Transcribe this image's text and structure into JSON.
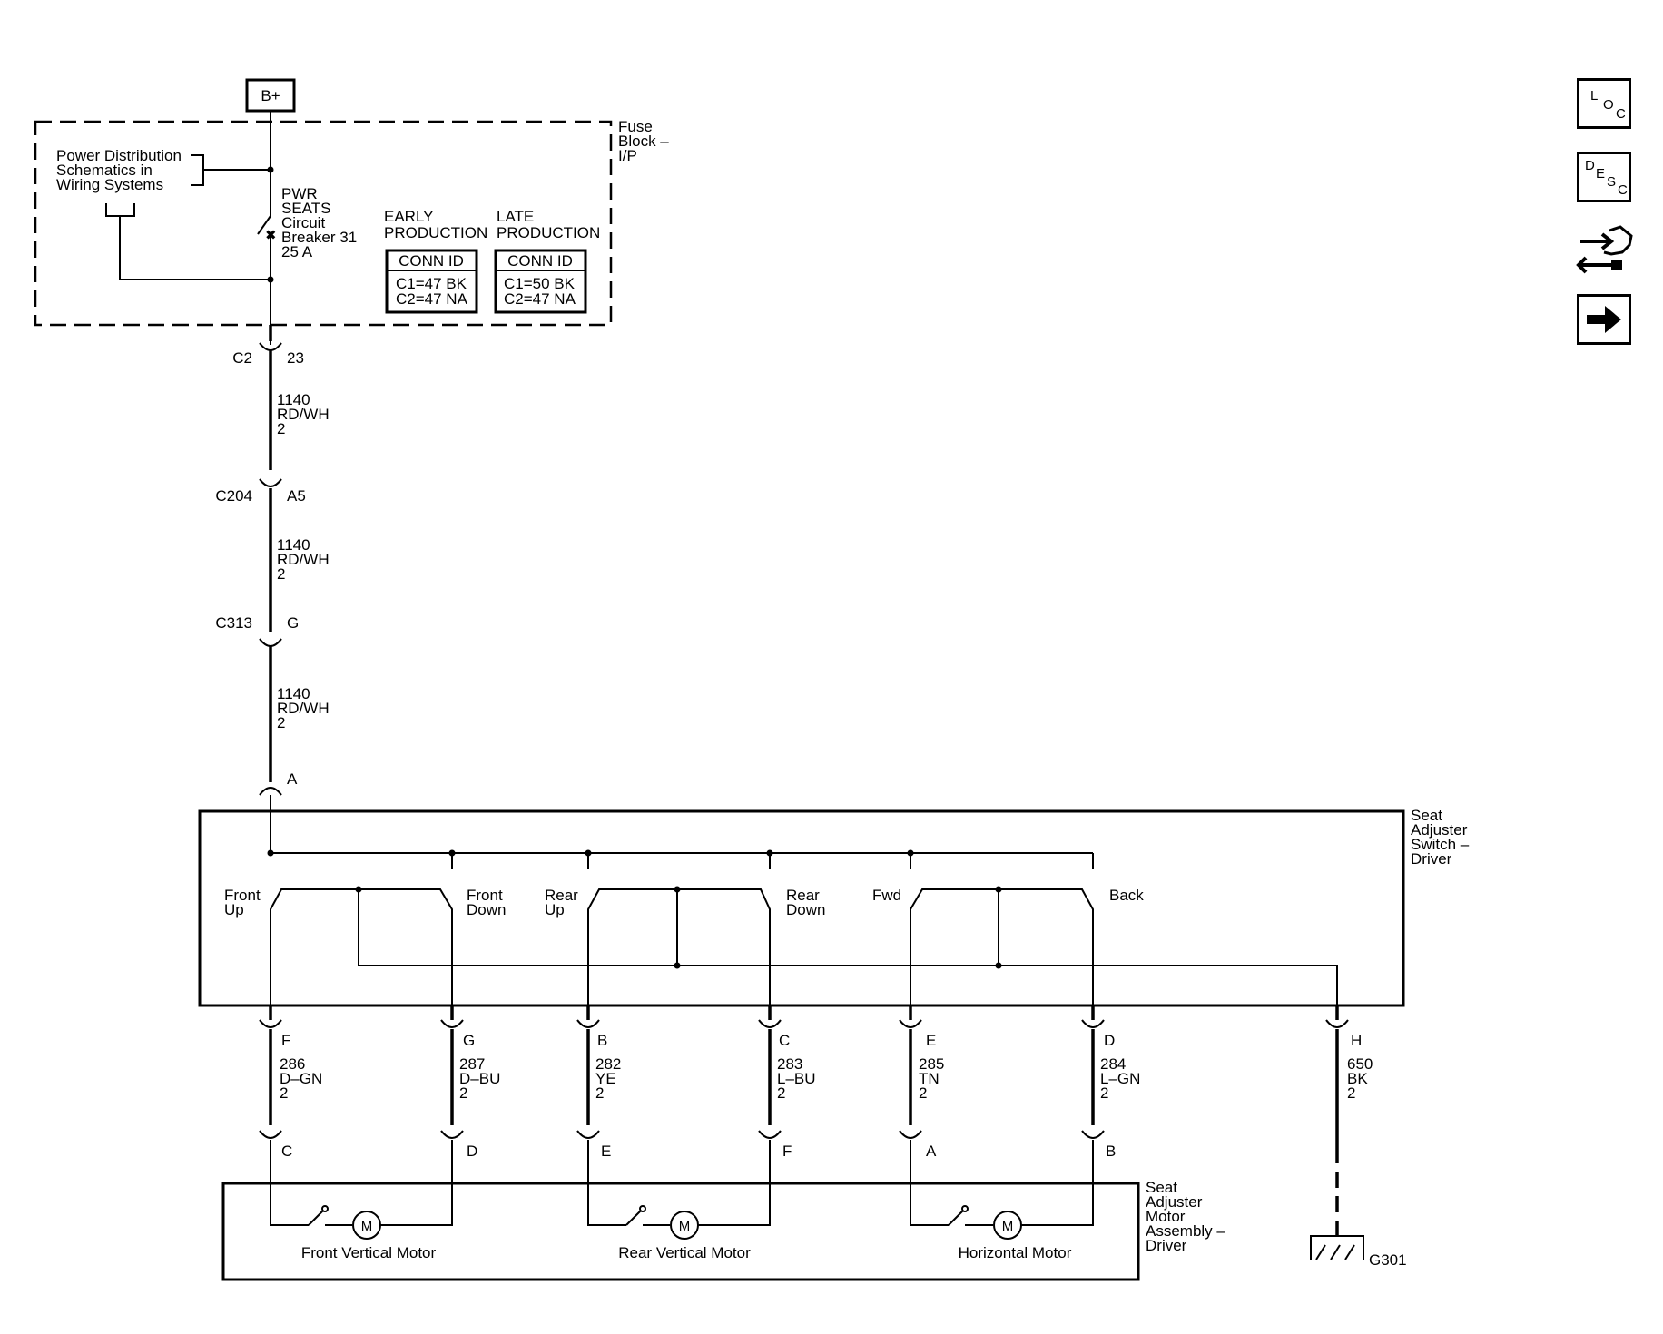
{
  "power": {
    "supply": "B+",
    "fuse_block": [
      "Fuse",
      "Block –",
      "I/P"
    ],
    "power_distribution": [
      "Power Distribution",
      "Schematics in",
      "Wiring Systems"
    ],
    "breaker": [
      "PWR",
      "SEATS",
      "Circuit",
      "Breaker 31",
      "25 A"
    ]
  },
  "production": {
    "early": {
      "title": [
        "EARLY",
        "PRODUCTION"
      ],
      "header": "CONN ID",
      "rows": [
        "C1=47 BK",
        "C2=47 NA"
      ]
    },
    "late": {
      "title": [
        "LATE",
        "PRODUCTION"
      ],
      "header": "CONN ID",
      "rows": [
        "C1=50 BK",
        "C2=47 NA"
      ]
    }
  },
  "feed": {
    "c2": {
      "connector": "C2",
      "pin": "23"
    },
    "wire1": [
      "1140",
      "RD/WH",
      "2"
    ],
    "c204": {
      "connector": "C204",
      "pin": "A5"
    },
    "wire2": [
      "1140",
      "RD/WH",
      "2"
    ],
    "c313": {
      "connector": "C313",
      "pin": "G"
    },
    "wire3": [
      "1140",
      "RD/WH",
      "2"
    ],
    "switch_input_pin": "A"
  },
  "switch": {
    "name": [
      "Seat",
      "Adjuster",
      "Switch –",
      "Driver"
    ],
    "positions": {
      "front_up": [
        "Front",
        "Up"
      ],
      "front_down": [
        "Front",
        "Down"
      ],
      "rear_up": [
        "Rear",
        "Up"
      ],
      "rear_down": [
        "Rear",
        "Down"
      ],
      "fwd": [
        "Fwd"
      ],
      "back": [
        "Back"
      ]
    }
  },
  "circuits": [
    {
      "switch_pin": "F",
      "wire": [
        "286",
        "D–GN",
        "2"
      ],
      "motor_pin": "C"
    },
    {
      "switch_pin": "G",
      "wire": [
        "287",
        "D–BU",
        "2"
      ],
      "motor_pin": "D"
    },
    {
      "switch_pin": "B",
      "wire": [
        "282",
        "YE",
        "2"
      ],
      "motor_pin": "E"
    },
    {
      "switch_pin": "C",
      "wire": [
        "283",
        "L–BU",
        "2"
      ],
      "motor_pin": "F"
    },
    {
      "switch_pin": "E",
      "wire": [
        "285",
        "TN",
        "2"
      ],
      "motor_pin": "A"
    },
    {
      "switch_pin": "D",
      "wire": [
        "284",
        "L–GN",
        "2"
      ],
      "motor_pin": "B"
    },
    {
      "switch_pin": "H",
      "wire": [
        "650",
        "BK",
        "2"
      ]
    }
  ],
  "motor_assembly": {
    "name": [
      "Seat",
      "Adjuster",
      "Motor",
      "Assembly –",
      "Driver"
    ],
    "motor_symbol": "M",
    "motors": [
      "Front Vertical Motor",
      "Rear Vertical Motor",
      "Horizontal Motor"
    ]
  },
  "ground": "G301",
  "side_nav": {
    "loc": [
      "L",
      "O",
      "C"
    ],
    "desc": [
      "D",
      "E",
      "S",
      "C"
    ]
  }
}
